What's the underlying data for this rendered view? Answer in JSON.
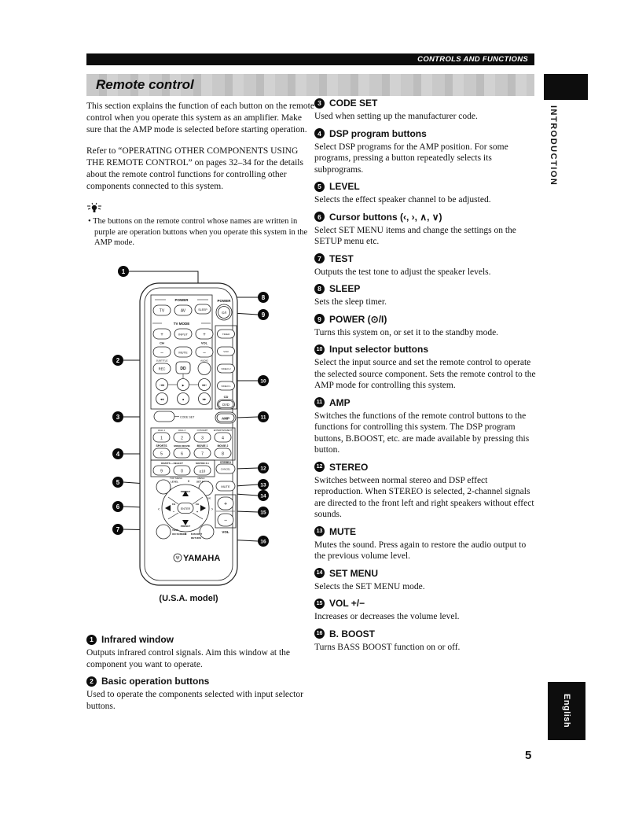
{
  "page": {
    "top_bar": "CONTROLS AND FUNCTIONS",
    "title": "Remote control",
    "side_tab": "INTRODUCTION",
    "lang_tab": "English",
    "page_number": "5"
  },
  "intro": {
    "para1": "This section explains the function of each button on the remote control when you operate this system as an amplifier. Make sure that the AMP mode is selected before starting operation.",
    "para2": "Refer to “OPERATING OTHER COMPONENTS USING THE REMOTE CONTROL” on pages 32–34 for the details about the remote control functions for controlling other components connected to this system.",
    "tip_note": "• The buttons on the remote control whose names are written in purple are operation buttons when you operate this system in the AMP mode."
  },
  "items_left": [
    {
      "num": "1",
      "title": "Infrared window",
      "body": "Outputs infrared control signals. Aim this window at the component you want to operate."
    },
    {
      "num": "2",
      "title": "Basic operation buttons",
      "body": "Used to operate the components selected with input selector buttons."
    }
  ],
  "items_right": [
    {
      "num": "3",
      "title": "CODE SET",
      "body": "Used when setting up the manufacturer code."
    },
    {
      "num": "4",
      "title": "DSP program buttons",
      "body": "Select DSP programs for the AMP position. For some programs, pressing a button repeatedly selects its subprograms."
    },
    {
      "num": "5",
      "title": "LEVEL",
      "body": "Selects the effect speaker channel to be adjusted."
    },
    {
      "num": "6",
      "title": "Cursor buttons (‹, ›, ∧, ∨)",
      "body": "Select SET MENU items and change the settings on the SETUP menu etc."
    },
    {
      "num": "7",
      "title": "TEST",
      "body": "Outputs the test tone to adjust the speaker levels."
    },
    {
      "num": "8",
      "title": "SLEEP",
      "body": "Sets the sleep timer."
    },
    {
      "num": "9",
      "title": "POWER (⊙/I)",
      "body": "Turns this system on, or set it to the standby mode."
    },
    {
      "num": "10",
      "title": "Input selector buttons",
      "body": "Select the input source and set the remote control to operate the selected source component. Sets the remote control to the AMP mode for controlling this system."
    },
    {
      "num": "11",
      "title": "AMP",
      "body": "Switches the functions of the remote control buttons to the functions for controlling this system. The DSP program buttons, B.BOOST, etc. are made available by pressing this button."
    },
    {
      "num": "12",
      "title": "STEREO",
      "body": "Switches between normal stereo and DSP effect reproduction. When STEREO is selected, 2-channel signals are directed to the front left and right speakers without effect sounds."
    },
    {
      "num": "13",
      "title": "MUTE",
      "body": "Mutes the sound. Press again to restore the audio output to the previous volume level."
    },
    {
      "num": "14",
      "title": "SET MENU",
      "body": "Selects the SET MENU mode."
    },
    {
      "num": "15",
      "title": "VOL +/−",
      "body": "Increases or decreases the volume level."
    },
    {
      "num": "16",
      "title": "B. BOOST",
      "body": "Turns BASS BOOST function on or off."
    }
  ],
  "callouts": {
    "left": [
      "1",
      "2",
      "3",
      "4",
      "5",
      "6",
      "7"
    ],
    "right": [
      "8",
      "9",
      "10",
      "11",
      "12",
      "13",
      "14",
      "15",
      "16"
    ]
  },
  "remote": {
    "caption": "(U.S.A. model)",
    "brand": "YAMAHA",
    "power_header": "POWER",
    "tv": "TV",
    "av": "AV",
    "sleep": "SLEEP",
    "power_label": "POWER",
    "power_symbol": "⊙/I",
    "tv_mode_header": "TV MODE",
    "plus": "+",
    "minus": "–",
    "input": "INPUT",
    "ch": "CH",
    "vol": "VOL",
    "mute_tv": "MUTE",
    "subtitle": "SUBTITLE",
    "rec": "REC",
    "dd": "DD",
    "audio": "AUDIO",
    "prev": "|◀◀",
    "play": "▶",
    "next": "▶▶|",
    "rew": "◀◀",
    "stop": "■",
    "ffwd": "▶▶",
    "inputs": [
      "TIMER",
      "VCR",
      "VIDEO 2",
      "VIDEO 1"
    ],
    "cd": "CD",
    "dvd": "DVD",
    "code_set": "CODE SET",
    "amp": "AMP",
    "dsp_labels_top": [
      "HALL 1",
      "HALL 2",
      "CONCERT",
      "ENTERTAINMENT"
    ],
    "dsp_labels_mid": [
      "SPORTS",
      "MONO MOVIE",
      "MOVIE 1",
      "MOVIE 2"
    ],
    "digits": [
      "1",
      "2",
      "3",
      "4",
      "5",
      "6",
      "7",
      "8",
      "9",
      "0",
      "≥10"
    ],
    "dd_dts_select": "DD/DTS —SELECT",
    "matrix": "MATRIX 6.1",
    "stereo": "STEREO",
    "cancel": "CANCEL",
    "top_menu": "TOP MENU",
    "level": "LEVEL",
    "menu": "MENU",
    "set_menu": "SET MENU",
    "abcde": "A/B/C/D/E",
    "mute": "MUTE",
    "preset": "PRESET",
    "enter": "ENTER",
    "ch_label": "CH",
    "langle": "‹",
    "rangle": "›",
    "caret_up": "∧",
    "caret_down": "∨",
    "test": "TEST",
    "on_screen": "ON SCREEN",
    "b_boost": "B.BOOST",
    "return_label": "RETURN",
    "vol_plus": "+",
    "vol_minus": "−",
    "vol_label": "VOL"
  }
}
